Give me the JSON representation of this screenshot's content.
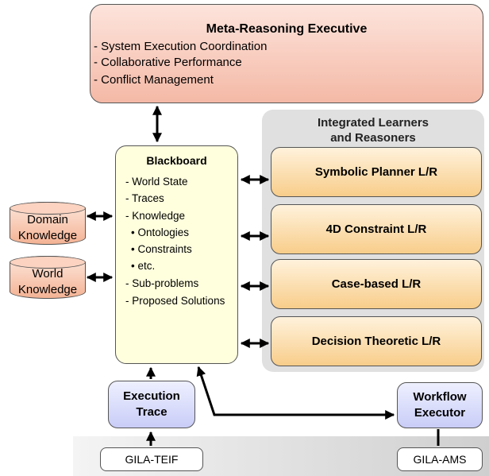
{
  "meta": {
    "title": "Meta-Reasoning Executive",
    "items": [
      "- System Execution Coordination",
      "- Collaborative Performance",
      "- Conflict Management"
    ]
  },
  "panel": {
    "title_line1": "Integrated Learners",
    "title_line2": "and Reasoners"
  },
  "learners": [
    "Symbolic Planner L/R",
    "4D Constraint L/R",
    "Case-based L/R",
    "Decision Theoretic L/R"
  ],
  "blackboard": {
    "title": "Blackboard",
    "items": [
      "- World State",
      "- Traces",
      "- Knowledge",
      "• Ontologies",
      "• Constraints",
      "• etc.",
      "- Sub-problems",
      "- Proposed Solutions"
    ]
  },
  "domain_knowledge": {
    "line1": "Domain",
    "line2": "Knowledge"
  },
  "world_knowledge": {
    "line1": "World",
    "line2": "Knowledge"
  },
  "execution_trace": {
    "line1": "Execution",
    "line2": "Trace"
  },
  "workflow_executor": {
    "line1": "Workflow",
    "line2": "Executor"
  },
  "gila_teif": "GILA-TEIF",
  "gila_ams": "GILA-AMS",
  "colors": {
    "meta_fill": "#f4b9a6",
    "learner_fill": "#f8cd8a",
    "blackboard_fill": "#ffffde",
    "purple_fill": "#c9cdf7",
    "panel_fill": "#e0e0e0"
  }
}
